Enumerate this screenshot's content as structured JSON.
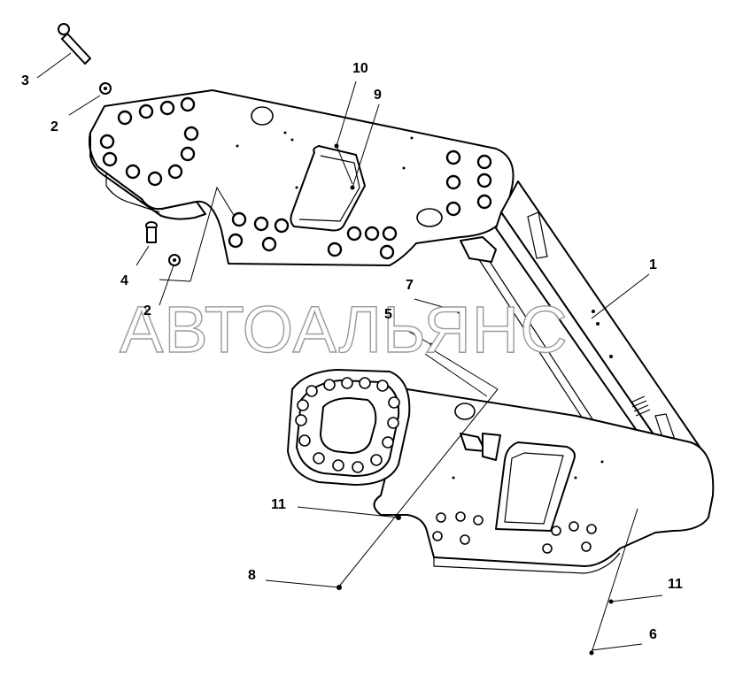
{
  "callouts": {
    "c1": "1",
    "c2a": "2",
    "c2b": "2",
    "c3": "3",
    "c4": "4",
    "c5": "5",
    "c6": "6",
    "c7": "7",
    "c8": "8",
    "c9": "9",
    "c10": "10",
    "c11a": "11",
    "c11b": "11"
  },
  "watermark": "АВТОАЛЬЯНС"
}
